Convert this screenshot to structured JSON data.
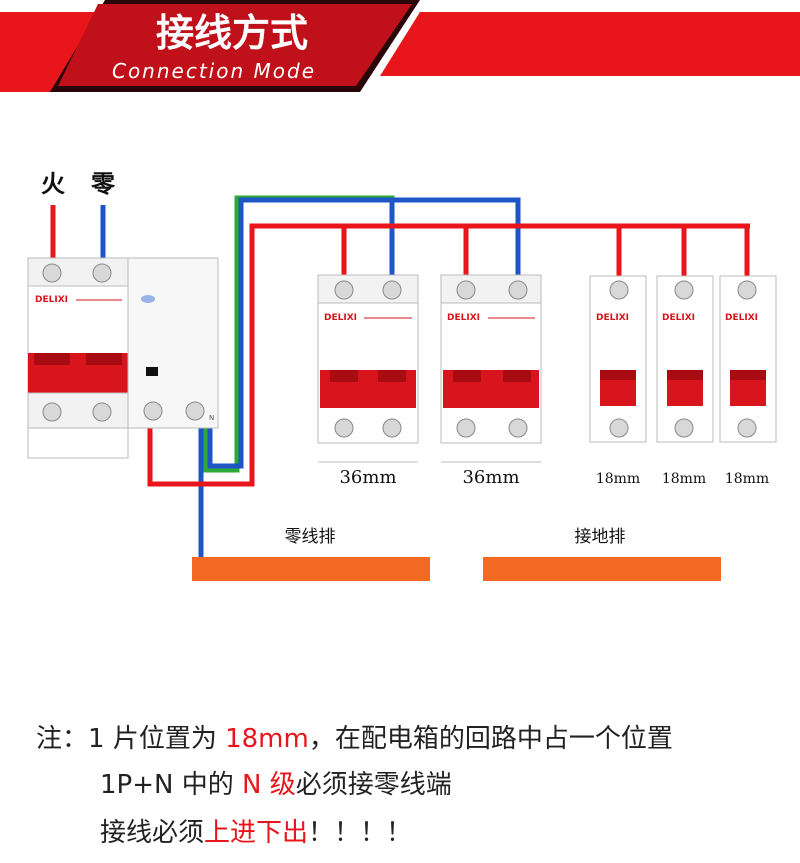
{
  "header": {
    "title": "接线方式",
    "subtitle": "Connection Mode"
  },
  "labels": {
    "live": "火",
    "neutral": "零",
    "brand": "DELIXI",
    "neutral_bar": "零线排",
    "ground_bar": "接地排",
    "n_mark": "N"
  },
  "widths": [
    "36mm",
    "36mm",
    "18mm",
    "18mm",
    "18mm"
  ],
  "note": {
    "prefix": "注：",
    "line1_a": "1 片位置为 ",
    "line1_hl": "18mm",
    "line1_b": "，在配电箱的回路中占一个位置",
    "line2_a": "1P+N 中的 ",
    "line2_hl": "N 级",
    "line2_b": "必须接零线端",
    "line3_a": "接线必须",
    "line3_hl": "上进下出",
    "line3_b": "！！！！"
  },
  "colors": {
    "red": "#e8151b",
    "blue": "#1e56c8",
    "green": "#2ea836",
    "orange": "#f26a21",
    "breaker_red": "#d8141c",
    "header_dark": "#2a0608"
  }
}
